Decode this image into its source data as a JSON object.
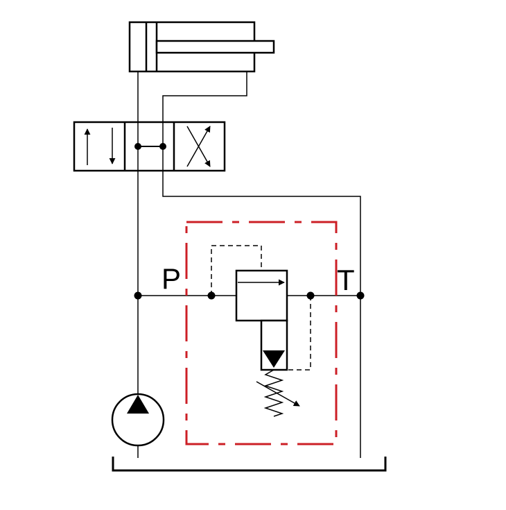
{
  "diagram": {
    "type": "hydraulic-schematic",
    "components": {
      "cylinder": "double-acting-cylinder",
      "directional_valve": "3-position-directional-valve",
      "relief_valve": "pressure-relief-valve",
      "pump": "hydraulic-pump",
      "tank": "reservoir"
    },
    "ports": {
      "pressure_label": "P",
      "tank_label": "T"
    },
    "colors": {
      "line": "#000000",
      "enclosure": "#cc1f26"
    }
  }
}
